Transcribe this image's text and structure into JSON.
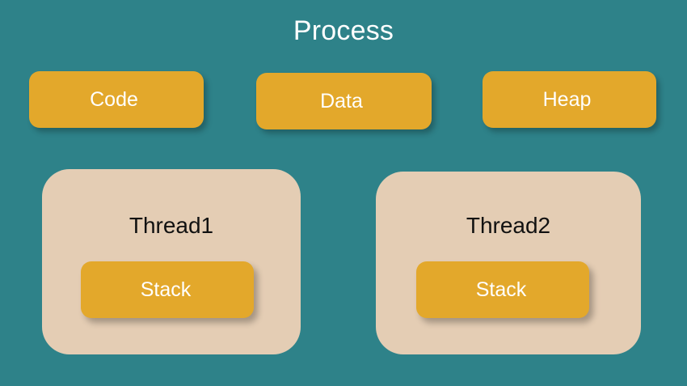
{
  "diagram": {
    "title": "Process",
    "background_color": "#2e8289",
    "accent_color": "#e3a82b",
    "panel_color": "#e4cdb4",
    "title_color": "#ffffff"
  },
  "segments": [
    {
      "id": "code",
      "label": "Code"
    },
    {
      "id": "data",
      "label": "Data"
    },
    {
      "id": "heap",
      "label": "Heap"
    }
  ],
  "threads": [
    {
      "id": "thread1",
      "title": "Thread1",
      "stack_label": "Stack"
    },
    {
      "id": "thread2",
      "title": "Thread2",
      "stack_label": "Stack"
    }
  ]
}
